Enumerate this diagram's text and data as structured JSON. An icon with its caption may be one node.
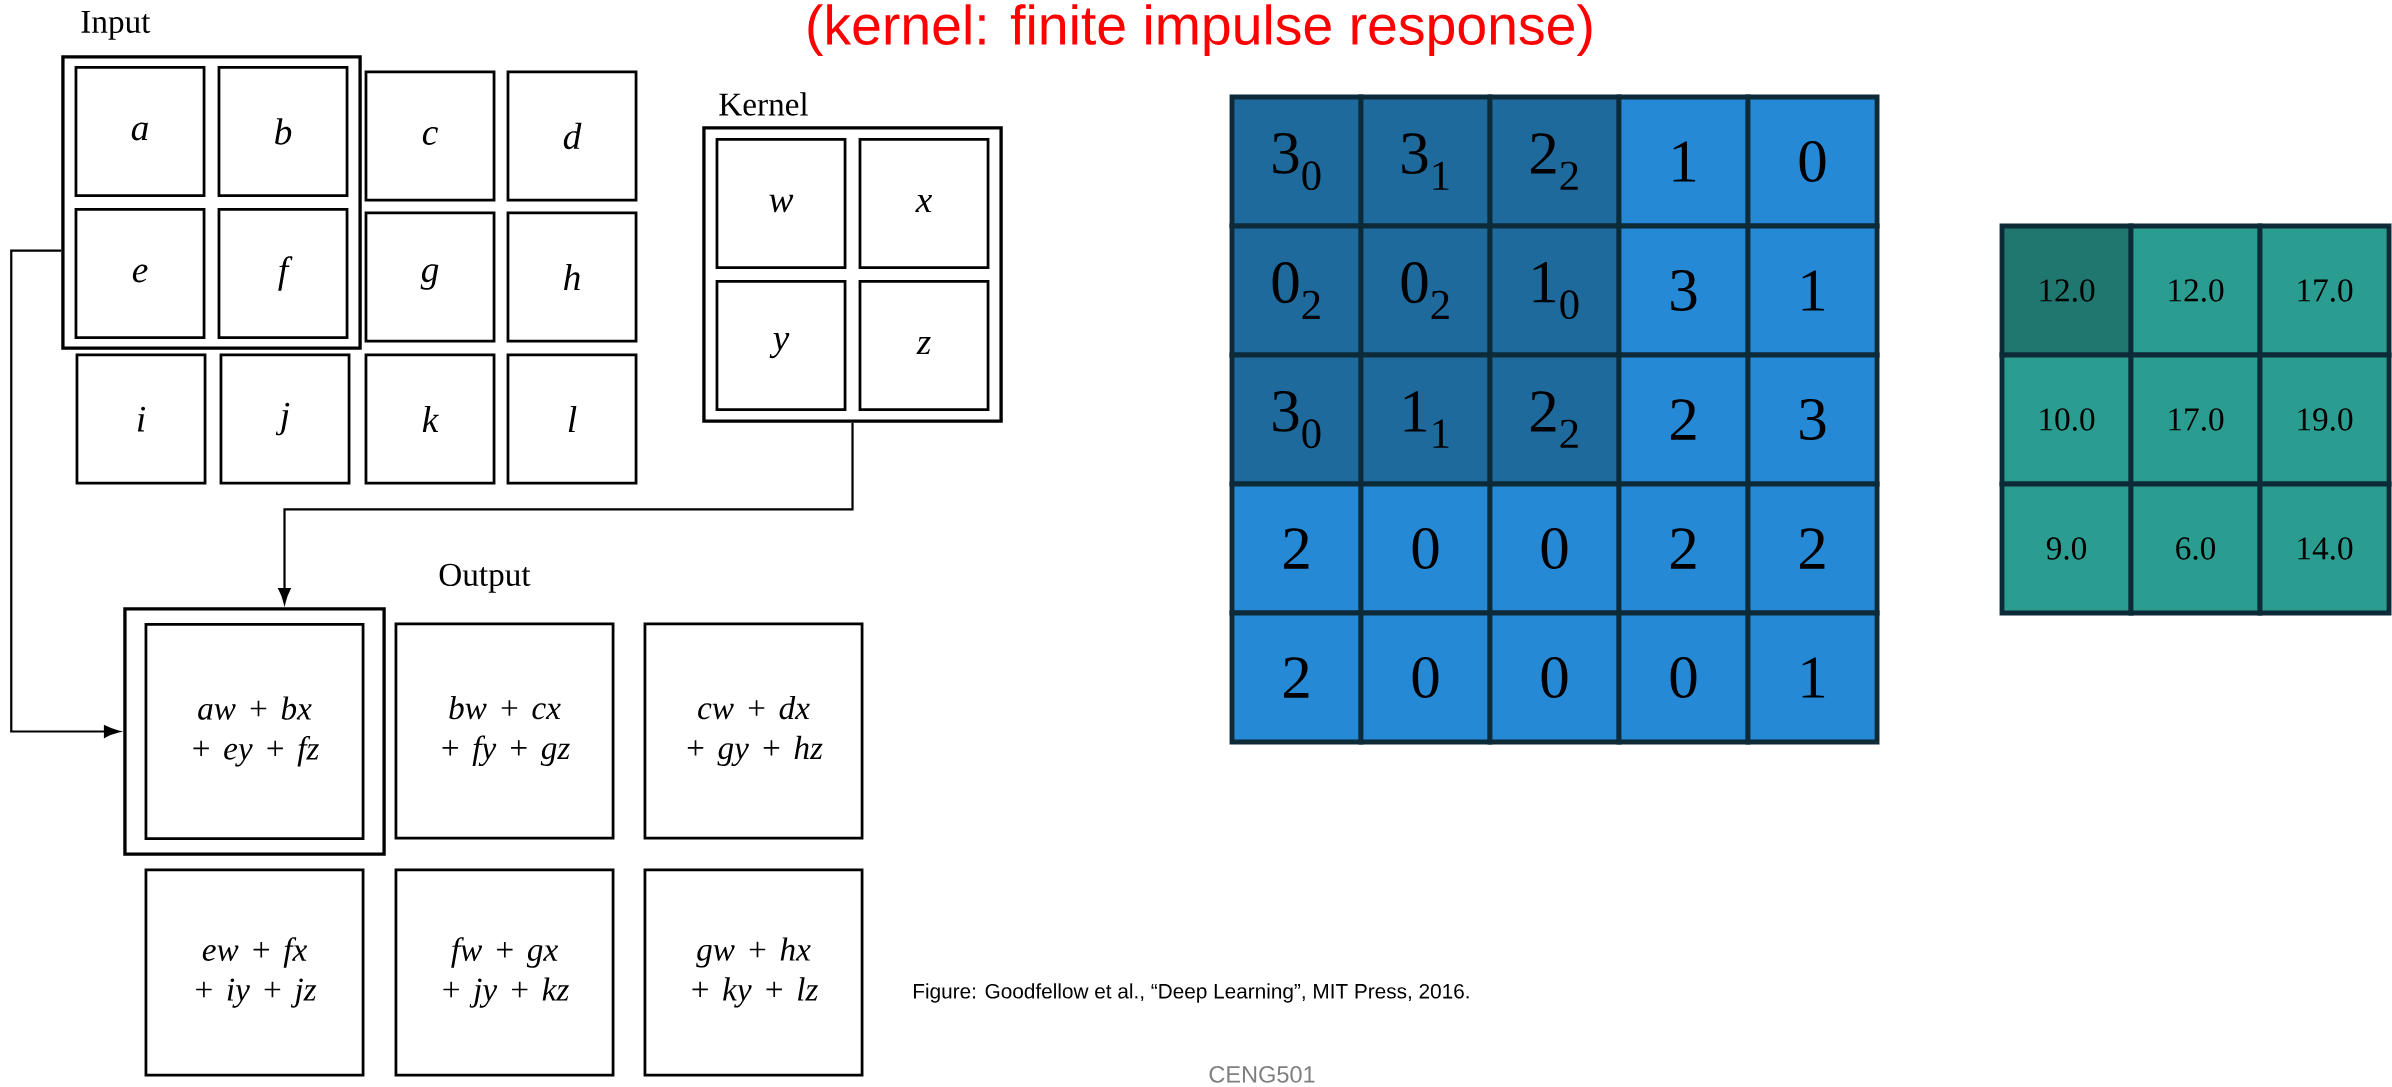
{
  "diagram": {
    "title": "(kernel: finite impulse response)",
    "caption": "Figure: Goodfellow et al., “Deep Learning”, MIT Press, 2016.",
    "nodes": [
      {
        "text": [],
        "shape": "box"
      },
      {
        "text": [
          "a"
        ],
        "in": 0
      },
      {
        "text": [
          "b"
        ],
        "in": 0
      },
      {
        "text": [
          "c"
        ]
      },
      {
        "text": [
          "d"
        ]
      },
      {
        "text": [
          "e"
        ],
        "in": 0
      },
      {
        "text": [
          "f"
        ],
        "in": 0
      },
      {
        "text": [
          "g"
        ]
      },
      {
        "text": [
          "h"
        ]
      },
      {
        "text": [
          "i"
        ]
      },
      {
        "text": [
          "j"
        ]
      },
      {
        "text": [
          "k"
        ]
      },
      {
        "text": [
          "l"
        ]
      },
      {
        "text": [
          "Kernel"
        ]
      },
      {
        "text": [
          "w"
        ],
        "in": 13
      },
      {
        "text": [
          "x"
        ],
        "in": 13
      },
      {
        "text": [
          "y"
        ],
        "in": 13
      },
      {
        "text": [
          "z"
        ],
        "in": 13
      },
      {
        "text": [],
        "shape": "box"
      },
      {
        "text": [
          "aw + bx + ey + fz"
        ],
        "in": 18
      },
      {
        "text": [
          "bw + cx + fy + gz"
        ]
      },
      {
        "text": [
          "cw + dx + gy + hz"
        ]
      },
      {
        "text": [
          "ew + fx + iy + jz"
        ]
      },
      {
        "text": [
          "fw + gx + jy + kz"
        ]
      },
      {
        "text": [
          "gw + hx + ky + lz"
        ]
      }
    ],
    "edges": [
      {
        "from": 0,
        "to": 18,
        "arrow": "to"
      },
      {
        "from": 13,
        "to": 18,
        "arrow": "to"
      }
    ],
    "labels": [
      "Input",
      "Output",
      "3$_{0}$",
      "3$_{1}$",
      "2$_{2}$",
      "1",
      "0",
      "0$_{2}$",
      "0$_{2}$",
      "1$_{0}$",
      "3",
      "1",
      "3$_{0}$",
      "1$_{1}$",
      "2$_{2}$",
      "2",
      "3",
      "2",
      "0",
      "0",
      "2",
      "2",
      "2",
      "0",
      "0",
      "0",
      "1",
      "12.0",
      "12.0",
      "17.0",
      "10.0",
      "17.0",
      "19.0",
      "9.0",
      "6.0",
      "14.0",
      "CENG501"
    ]
  }
}
